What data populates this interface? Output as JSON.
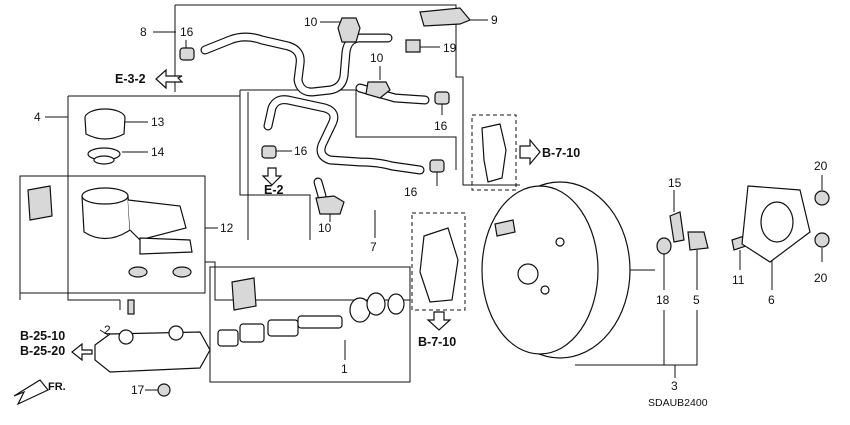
{
  "callouts": {
    "c1": "1",
    "c2": "2",
    "c3": "3",
    "c4": "4",
    "c5": "5",
    "c6": "6",
    "c7": "7",
    "c8": "8",
    "c9": "9",
    "c10a": "10",
    "c10b": "10",
    "c10c": "10",
    "c11": "11",
    "c12": "12",
    "c13": "13",
    "c14": "14",
    "c15": "15",
    "c16a": "16",
    "c16b": "16",
    "c16c": "16",
    "c16d": "16",
    "c17": "17",
    "c18": "18",
    "c19": "19",
    "c20a": "20",
    "c20b": "20"
  },
  "references": {
    "e32": "E-3-2",
    "e2": "E-2",
    "b710a": "B-7-10",
    "b710b": "B-7-10",
    "b2510": "B-25-10",
    "b2520": "B-25-20"
  },
  "direction_label": "FR.",
  "diagram_code": "SDAUB2400"
}
